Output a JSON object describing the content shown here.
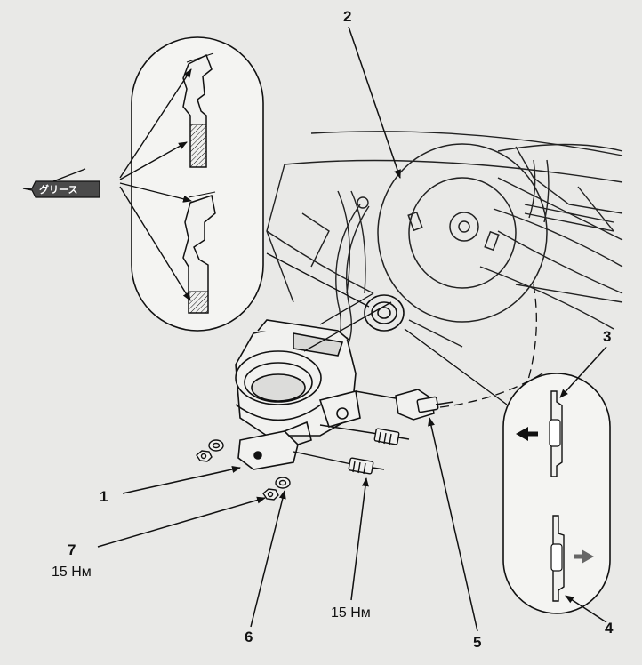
{
  "callouts": {
    "c1": "1",
    "c2": "2",
    "c3": "3",
    "c4": "4",
    "c5": "5",
    "c6": "6",
    "c7": "7"
  },
  "torques": {
    "t7": "15 Нм",
    "tbolt": "15 Нм"
  },
  "grease_tag": "グリース",
  "colors": {
    "background": "#e9e9e7",
    "line": "#111111"
  }
}
